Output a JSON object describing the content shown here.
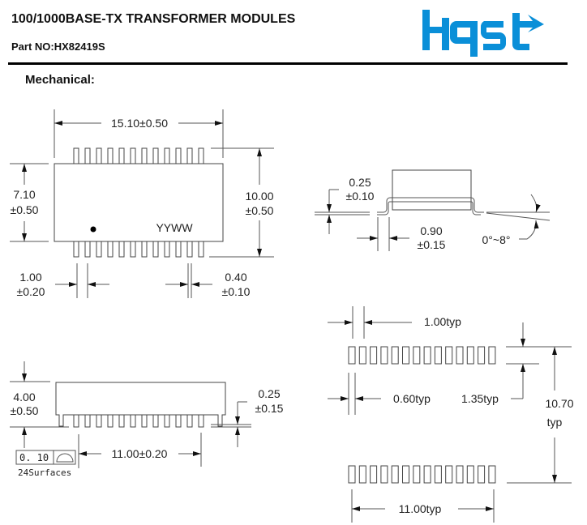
{
  "header": {
    "title": "100/1000BASE-TX TRANSFORMER MODULES",
    "part_no": "Part NO:HX82419S",
    "logo_text": "Hqst",
    "brand_color": "#0a8fd8"
  },
  "section": {
    "title": "Mechanical:"
  },
  "top_view": {
    "length": "15.10±0.50",
    "body_width": [
      "7.10",
      "±0.50"
    ],
    "overall_width": [
      "10.00",
      "±0.50"
    ],
    "marking": "YYWW",
    "pitch": [
      "1.00",
      "±0.20"
    ],
    "lead_width": [
      "0.40",
      "±0.10"
    ],
    "pins_per_side": 12
  },
  "side_view": {
    "lead_thickness": [
      "0.25",
      "±0.10"
    ],
    "foot_length": [
      "0.90",
      "±0.15"
    ],
    "angle": "0°~8°"
  },
  "front_view": {
    "height": [
      "4.00",
      "±0.50"
    ],
    "standoff": [
      "0.25",
      "±0.15"
    ],
    "span": "11.00±0.20",
    "coplanarity_value": "0. 10",
    "coplanarity_note": "24Surfaces"
  },
  "footprint": {
    "pitch": "1.00typ",
    "pad_width": "0.60typ",
    "pad_length": "1.35typ",
    "row_span": [
      "10.70",
      "typ"
    ],
    "span": "11.00typ",
    "pads_per_row": 14
  }
}
